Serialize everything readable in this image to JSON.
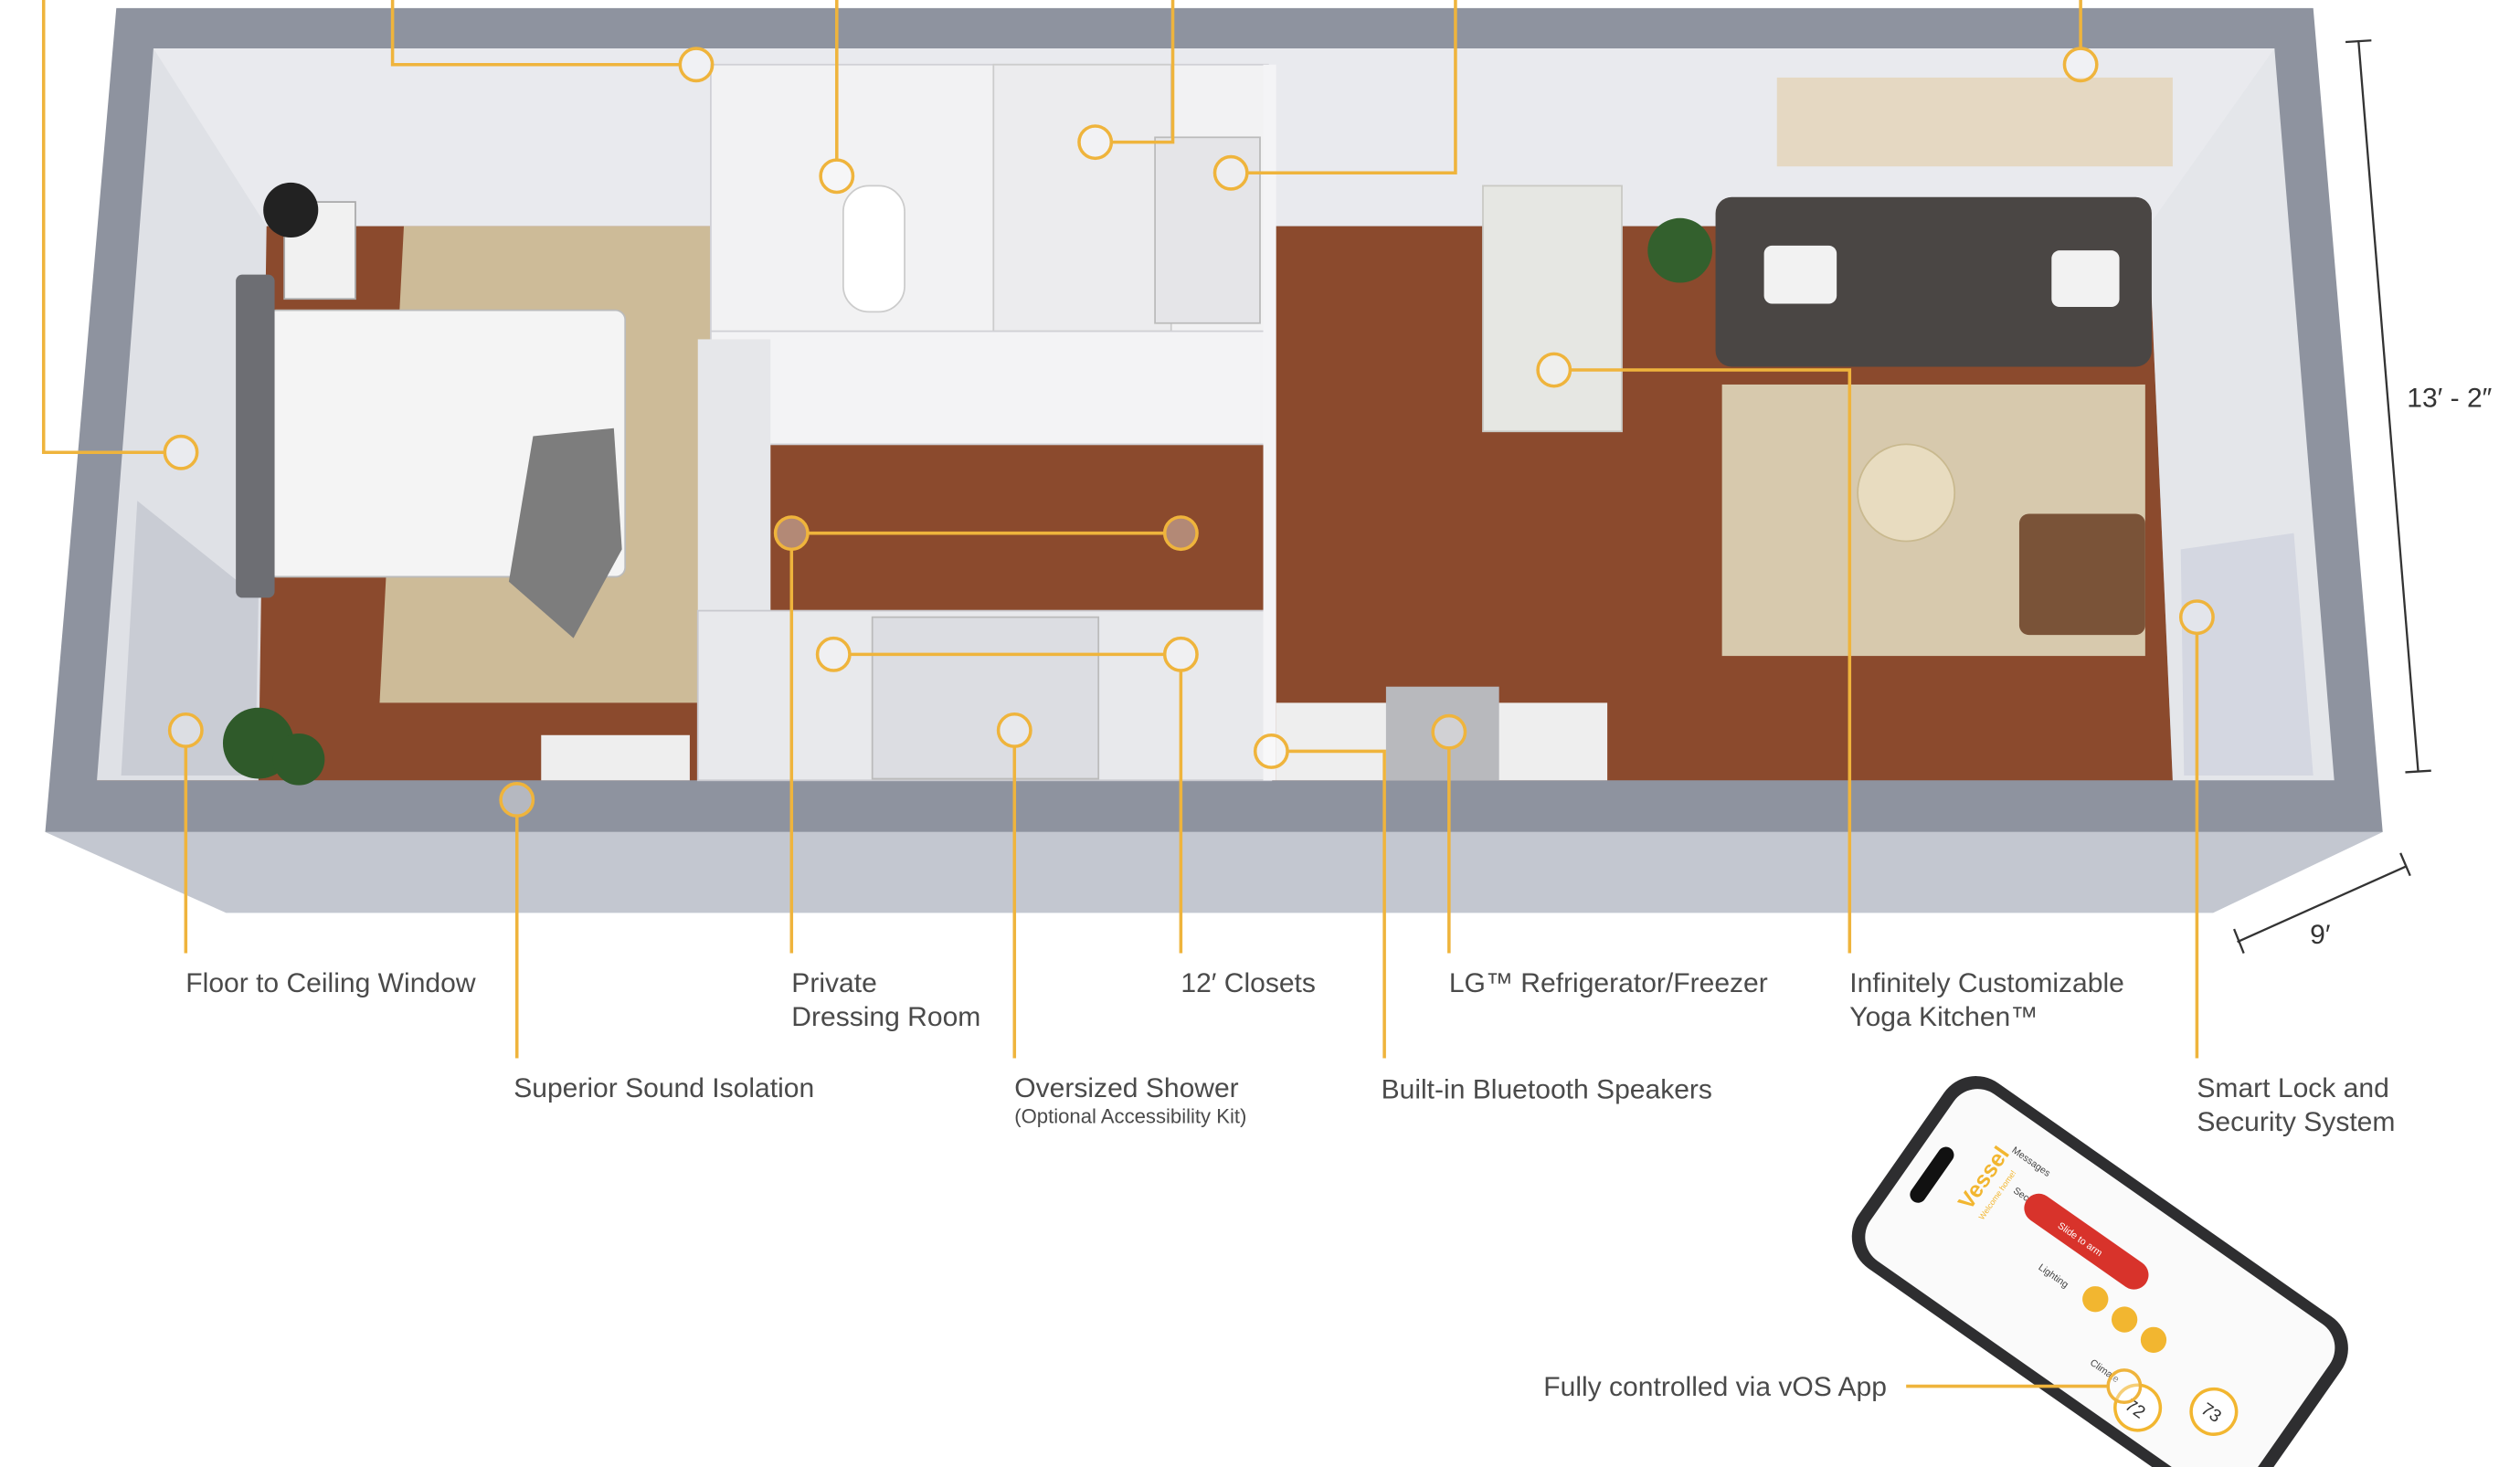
{
  "colors": {
    "callout": "#efb43c",
    "label_text": "#4a4a4a",
    "wall_outer": "#8e939f",
    "wall_front": "#c3c7d0",
    "floor_wood": "#8b4a2d",
    "app_accent": "#f2b630",
    "app_alert": "#d8332b"
  },
  "callouts": {
    "floor_window": "Floor to Ceiling Window",
    "sound_isolation": "Superior Sound Isolation",
    "dressing_room_line1": "Private",
    "dressing_room_line2": "Dressing Room",
    "shower": "Oversized Shower",
    "shower_note": "(Optional Accessibility Kit)",
    "closets": "12′ Closets",
    "speakers": "Built-in Bluetooth  Speakers",
    "fridge": "LG™ Refrigerator/Freezer",
    "kitchen_line1": "Infinitely Customizable",
    "kitchen_line2": "Yoga Kitchen™",
    "smart_lock_line1": "Smart Lock and",
    "smart_lock_line2": "Security System",
    "app": "Fully controlled via vOS App"
  },
  "dimensions": {
    "length": "13′ - 2″",
    "width": "9′"
  },
  "phone_app": {
    "brand": "Vessel",
    "greeting": "Welcome home!",
    "sections": [
      "Messages",
      "Security",
      "Lighting",
      "Climate"
    ],
    "slider": "Slide to arm",
    "temps": [
      "72",
      "73"
    ]
  }
}
